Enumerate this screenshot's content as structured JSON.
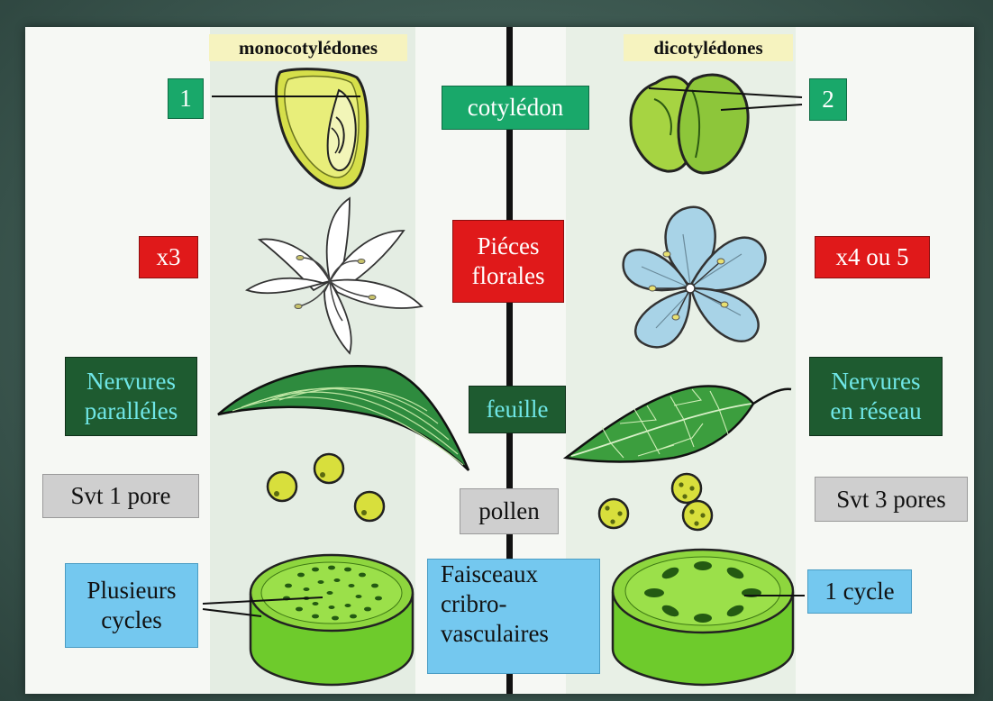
{
  "headers": {
    "left": "monocotylédones",
    "right": "dicotylédones"
  },
  "rows": {
    "cotyledon": {
      "center": "cotylédon",
      "left": "1",
      "right": "2"
    },
    "flowers": {
      "center_line1": "Piéces",
      "center_line2": "florales",
      "left": "x3",
      "right": "x4 ou 5"
    },
    "leaf": {
      "center": "feuille",
      "left_line1": "Nervures",
      "left_line2": "paralléles",
      "right_line1": "Nervures",
      "right_line2": "en réseau"
    },
    "pollen": {
      "center": "pollen",
      "left": "Svt 1 pore",
      "right": "Svt 3 pores"
    },
    "bundles": {
      "center_line1": "Faisceaux",
      "center_line2": "cribro-",
      "center_line3": "vasculaires",
      "left_line1": "Plusieurs",
      "left_line2": "cycles",
      "right": "1 cycle"
    }
  },
  "colors": {
    "cotyledon_label": "#19a86a",
    "floral_label": "#e0191a",
    "leaf_label": "#1e5b30",
    "pollen_label": "#cfcfcf",
    "bundle_label": "#74c8ef",
    "header_bg": "#f6f3bf"
  }
}
